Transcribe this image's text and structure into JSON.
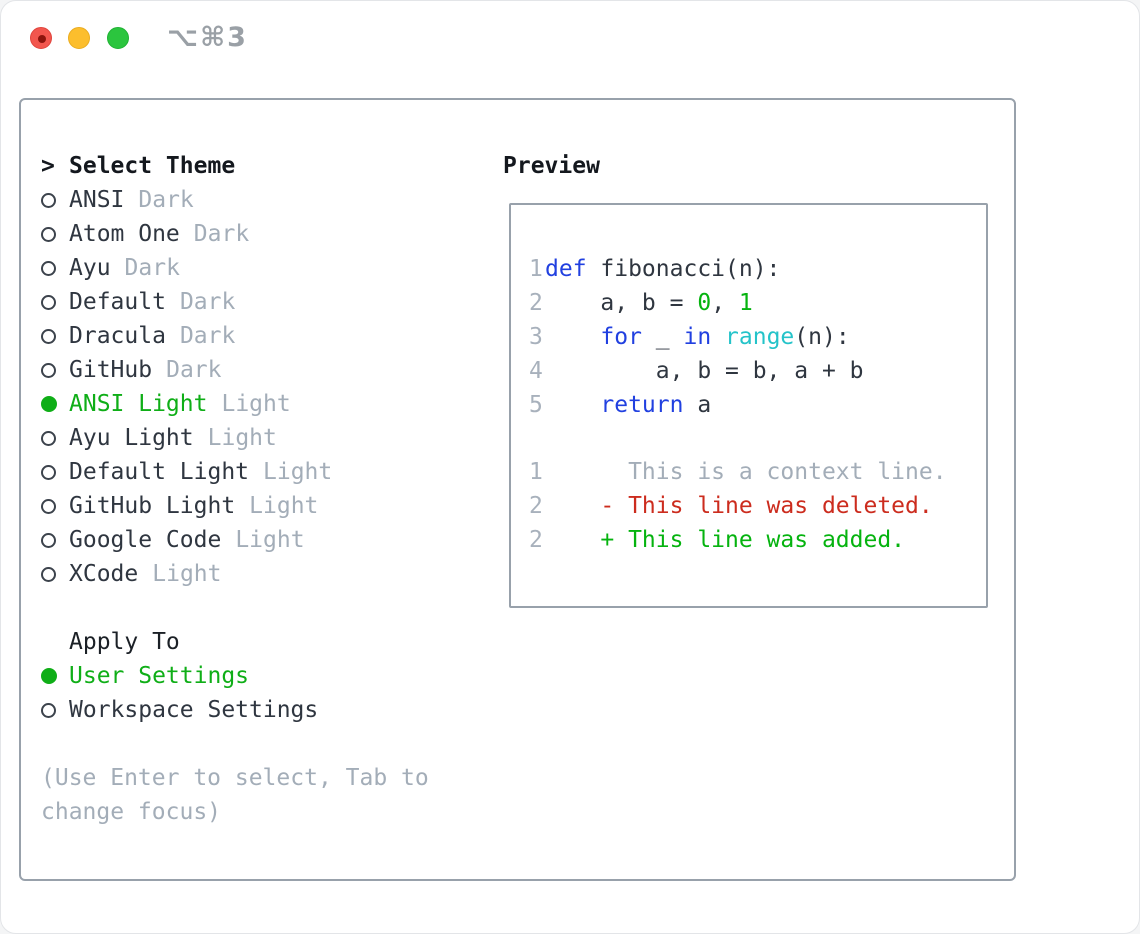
{
  "window": {
    "title": "⌥⌘3",
    "traffic_lights": {
      "close_color": "#f2564e",
      "close_dot_color": "#8c140d",
      "minimize_color": "#fcbe2d",
      "zoom_color": "#2bc53e"
    }
  },
  "colors": {
    "panel_border": "#98a1ab",
    "text": "#2f3640",
    "heading": "#14181e",
    "muted": "#a3adb8",
    "accent_green": "#0fae17",
    "code_keyword_blue": "#2140e0",
    "code_function_cyan": "#24c3c9",
    "code_number_green": "#05b30f",
    "diff_deleted_red": "#cc2c1e",
    "diff_added_green": "#05b30f",
    "line_number_gray": "#a8b1bc"
  },
  "theme_picker": {
    "pointer": ">",
    "header": "Select Theme",
    "items": [
      {
        "name": "ANSI",
        "tag": "Dark",
        "selected": false
      },
      {
        "name": "Atom One",
        "tag": "Dark",
        "selected": false
      },
      {
        "name": "Ayu",
        "tag": "Dark",
        "selected": false
      },
      {
        "name": "Default",
        "tag": "Dark",
        "selected": false
      },
      {
        "name": "Dracula",
        "tag": "Dark",
        "selected": false
      },
      {
        "name": "GitHub",
        "tag": "Dark",
        "selected": false
      },
      {
        "name": "ANSI Light",
        "tag": "Light",
        "selected": true
      },
      {
        "name": "Ayu Light",
        "tag": "Light",
        "selected": false
      },
      {
        "name": "Default Light",
        "tag": "Light",
        "selected": false
      },
      {
        "name": "GitHub Light",
        "tag": "Light",
        "selected": false
      },
      {
        "name": "Google Code",
        "tag": "Light",
        "selected": false
      },
      {
        "name": "XCode",
        "tag": "Light",
        "selected": false
      }
    ]
  },
  "apply_to": {
    "header": "Apply To",
    "options": [
      {
        "label": "User Settings",
        "selected": true
      },
      {
        "label": "Workspace Settings",
        "selected": false
      }
    ]
  },
  "hint": {
    "text": "(Use Enter to select, Tab to change focus)"
  },
  "preview": {
    "header": "Preview",
    "code": [
      {
        "number": "1",
        "tokens": [
          {
            "text": "def",
            "type": "keyword"
          },
          {
            "text": " fibonacci(n):",
            "type": "plain"
          }
        ]
      },
      {
        "number": "2",
        "tokens": [
          {
            "text": "    a, b = ",
            "type": "plain"
          },
          {
            "text": "0",
            "type": "number"
          },
          {
            "text": ", ",
            "type": "plain"
          },
          {
            "text": "1",
            "type": "number"
          }
        ]
      },
      {
        "number": "3",
        "tokens": [
          {
            "text": "    ",
            "type": "plain"
          },
          {
            "text": "for",
            "type": "keyword"
          },
          {
            "text": " _ ",
            "type": "plain"
          },
          {
            "text": "in",
            "type": "keyword"
          },
          {
            "text": " ",
            "type": "plain"
          },
          {
            "text": "range",
            "type": "function"
          },
          {
            "text": "(n):",
            "type": "plain"
          }
        ]
      },
      {
        "number": "4",
        "tokens": [
          {
            "text": "        a, b = b, a + b",
            "type": "plain"
          }
        ]
      },
      {
        "number": "5",
        "tokens": [
          {
            "text": "    ",
            "type": "plain"
          },
          {
            "text": "return",
            "type": "keyword"
          },
          {
            "text": " a",
            "type": "plain"
          }
        ]
      }
    ],
    "diff": [
      {
        "number": "1",
        "text": "      This is a context line.",
        "kind": "context"
      },
      {
        "number": "2",
        "text": "    - This line was deleted.",
        "kind": "deleted"
      },
      {
        "number": "2",
        "text": "    + This line was added.",
        "kind": "added"
      }
    ]
  }
}
